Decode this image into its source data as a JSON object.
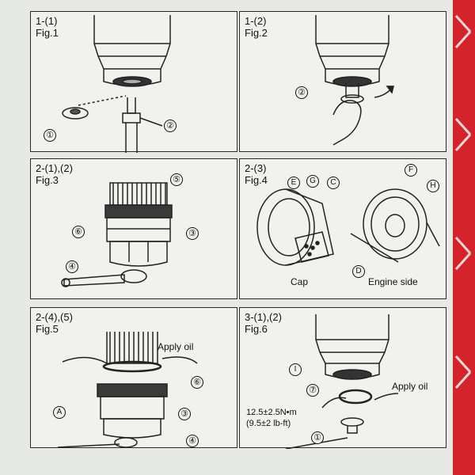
{
  "panels": [
    {
      "step": "1-(1)",
      "fig": "Fig.1",
      "callouts": [
        "①",
        "②"
      ]
    },
    {
      "step": "1-(2)",
      "fig": "Fig.2",
      "callouts": [
        "②"
      ]
    },
    {
      "step": "2-(1),(2)",
      "fig": "Fig.3",
      "callouts": [
        "⑤",
        "⑥",
        "③",
        "④"
      ]
    },
    {
      "step": "2-(3)",
      "fig": "Fig.4",
      "callouts": [
        "E",
        "G",
        "C",
        "F",
        "H",
        "D"
      ],
      "cap_label": "Cap",
      "engine_label": "Engine side"
    },
    {
      "step": "2-(4),(5)",
      "fig": "Fig.5",
      "callouts": [
        "⑥",
        "A",
        "③",
        "④"
      ],
      "note": "Apply oil"
    },
    {
      "step": "3-(1),(2)",
      "fig": "Fig.6",
      "callouts": [
        "I",
        "⑦",
        "①"
      ],
      "note": "Apply oil",
      "torque_nm": "12.5±2.5N•m",
      "torque_lbft": "(9.5±2 lb-ft)"
    }
  ]
}
